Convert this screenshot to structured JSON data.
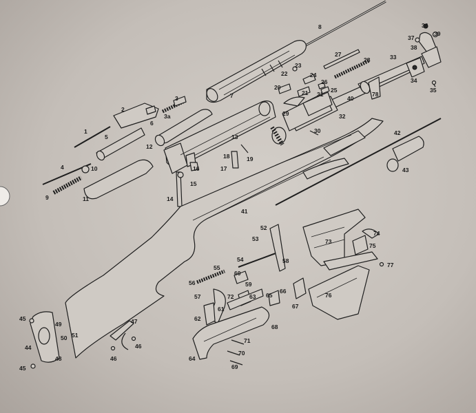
{
  "diagram": {
    "part_numbers": {
      "p1": "1",
      "p2": "2",
      "p3": "3",
      "p3a": "3a",
      "p4": "4",
      "p5": "5",
      "p6": "6",
      "p7": "7",
      "p8": "8",
      "p9": "9",
      "p10": "10",
      "p11": "11",
      "p12": "12",
      "p13": "13",
      "p14": "14",
      "p15": "15",
      "p16": "16",
      "p17": "17",
      "p18": "18",
      "p19": "19",
      "p20": "20",
      "p21": "21",
      "p22": "22",
      "p23": "23",
      "p24": "24",
      "p25": "25",
      "p26": "26",
      "p27": "27",
      "p28": "28",
      "p29": "29",
      "p30": "30",
      "p31": "31",
      "p32": "32",
      "p33": "33",
      "p34": "34",
      "p35": "35",
      "p36": "36",
      "p37": "37",
      "p38": "38",
      "p39": "39",
      "p40": "40",
      "p41": "41",
      "p42": "42",
      "p43": "43",
      "p44": "44",
      "p45a": "45",
      "p45b": "45",
      "p46": "46",
      "p46b": "46",
      "p47": "47",
      "p48": "48",
      "p49": "49",
      "p50": "50",
      "p51": "51",
      "p52": "52",
      "p53": "53",
      "p54": "54",
      "p55": "55",
      "p56": "56",
      "p57": "57",
      "p58": "58",
      "p59": "59",
      "p60": "60",
      "p61": "61",
      "p62": "62",
      "p63": "63",
      "p64": "64",
      "p65": "65",
      "p66": "66",
      "p67": "67",
      "p68": "68",
      "p69": "69",
      "p70": "70",
      "p71": "71",
      "p72": "72",
      "p73": "73",
      "p74": "74",
      "p75": "75",
      "p76": "76",
      "p77": "77",
      "p78": "78"
    }
  }
}
